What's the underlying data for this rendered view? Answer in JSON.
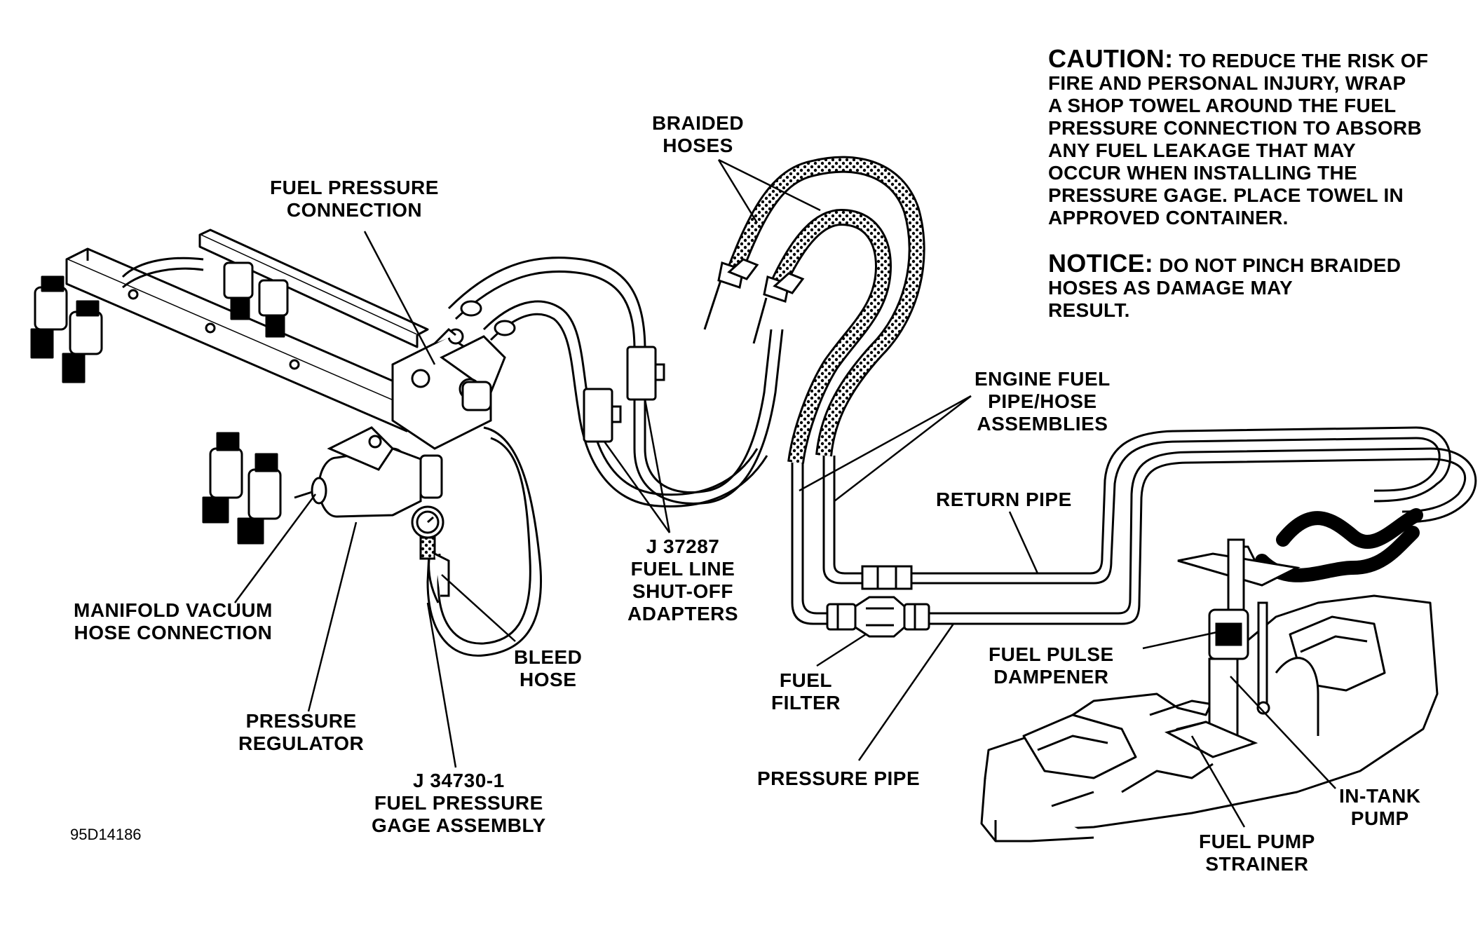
{
  "caution": {
    "head": "CAUTION:",
    "first_line_tail": "TO REDUCE THE RISK OF",
    "lines": [
      "FIRE AND PERSONAL INJURY, WRAP",
      "A SHOP TOWEL AROUND THE FUEL",
      "PRESSURE CONNECTION TO ABSORB",
      "ANY FUEL LEAKAGE THAT MAY",
      "OCCUR WHEN INSTALLING THE",
      "PRESSURE GAGE.  PLACE TOWEL IN",
      "APPROVED CONTAINER."
    ]
  },
  "notice": {
    "head": "NOTICE:",
    "first_line_tail": "DO NOT PINCH BRAIDED",
    "lines": [
      "HOSES AS DAMAGE MAY",
      "RESULT."
    ]
  },
  "labels": {
    "braided_hoses": [
      "BRAIDED",
      "HOSES"
    ],
    "fuel_pressure_connection": [
      "FUEL PRESSURE",
      "CONNECTION"
    ],
    "engine_fuel_pipe_hose": [
      "ENGINE FUEL",
      "PIPE/HOSE",
      "ASSEMBLIES"
    ],
    "return_pipe": [
      "RETURN PIPE"
    ],
    "j37287": [
      "J 37287",
      "FUEL LINE",
      "SHUT-OFF",
      "ADAPTERS"
    ],
    "manifold_vacuum": [
      "MANIFOLD VACUUM",
      "HOSE CONNECTION"
    ],
    "bleed_hose": [
      "BLEED",
      "HOSE"
    ],
    "fuel_filter": [
      "FUEL",
      "FILTER"
    ],
    "fuel_pulse_dampener": [
      "FUEL PULSE",
      "DAMPENER"
    ],
    "pressure_regulator": [
      "PRESSURE",
      "REGULATOR"
    ],
    "j34730": [
      "J 34730-1",
      "FUEL PRESSURE",
      "GAGE ASSEMBLY"
    ],
    "pressure_pipe": [
      "PRESSURE PIPE"
    ],
    "in_tank_pump": [
      "IN-TANK",
      "PUMP"
    ],
    "fuel_pump_strainer": [
      "FUEL PUMP",
      "STRAINER"
    ]
  },
  "figure_id": "95D14186"
}
